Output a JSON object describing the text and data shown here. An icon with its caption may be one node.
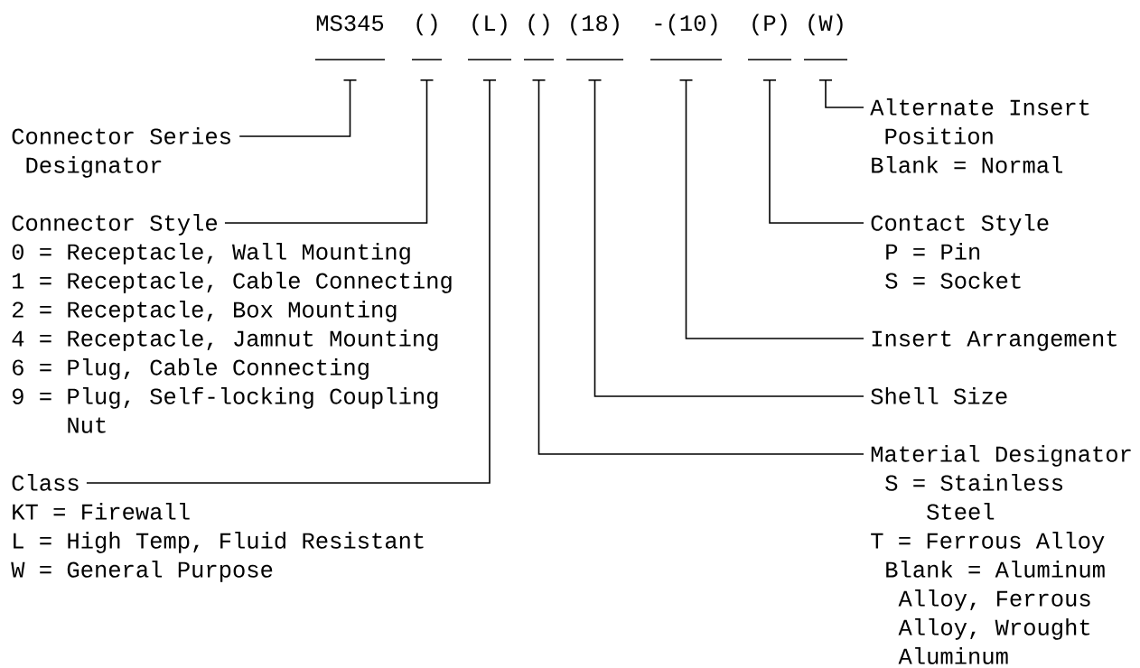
{
  "diagram": {
    "nodes": [
      {
        "text": [
          "MS345"
        ]
      },
      {
        "text": [
          "()"
        ]
      },
      {
        "text": [
          "(L)"
        ]
      },
      {
        "text": [
          "()"
        ]
      },
      {
        "text": [
          "(18)"
        ]
      },
      {
        "text": [
          "-(10)"
        ]
      },
      {
        "text": [
          "(P)"
        ]
      },
      {
        "text": [
          "(W)"
        ]
      },
      {
        "text": [
          "Connector Series Designator"
        ]
      },
      {
        "text": [
          "Connector Style"
        ]
      },
      {
        "text": [
          "Class"
        ]
      },
      {
        "text": [
          "Alternate Insert Position"
        ]
      },
      {
        "text": [
          "Contact Style"
        ]
      },
      {
        "text": [
          "Insert Arrangement"
        ]
      },
      {
        "text": [
          "Shell Size"
        ]
      },
      {
        "text": [
          "Material Designator"
        ]
      }
    ],
    "edges": [
      {
        "from": 0,
        "to": 8,
        "arrow": "none"
      },
      {
        "from": 1,
        "to": 9,
        "arrow": "none"
      },
      {
        "from": 2,
        "to": 10,
        "arrow": "none"
      },
      {
        "from": 3,
        "to": 15,
        "arrow": "none"
      },
      {
        "from": 4,
        "to": 14,
        "arrow": "none"
      },
      {
        "from": 5,
        "to": 13,
        "arrow": "none"
      },
      {
        "from": 6,
        "to": 12,
        "arrow": "none"
      },
      {
        "from": 7,
        "to": 11,
        "arrow": "none"
      }
    ],
    "labels": [
      "0 = Receptacle, Wall Mounting",
      "1 = Receptacle, Cable Connecting",
      "2 = Receptacle, Box Mounting",
      "4 = Receptacle, Jamnut Mounting",
      "6 = Plug, Cable Connecting",
      "9 = Plug, Self-locking Coupling Nut",
      "KT = Firewall",
      "L = High Temp, Fluid Resistant",
      "W = General Purpose",
      "Blank = Normal",
      "P = Pin",
      "S = Socket",
      "S = Stainless Steel",
      "T = Ferrous Alloy",
      "Blank = Aluminum Alloy, Ferrous Alloy, Wrought Aluminum"
    ]
  }
}
